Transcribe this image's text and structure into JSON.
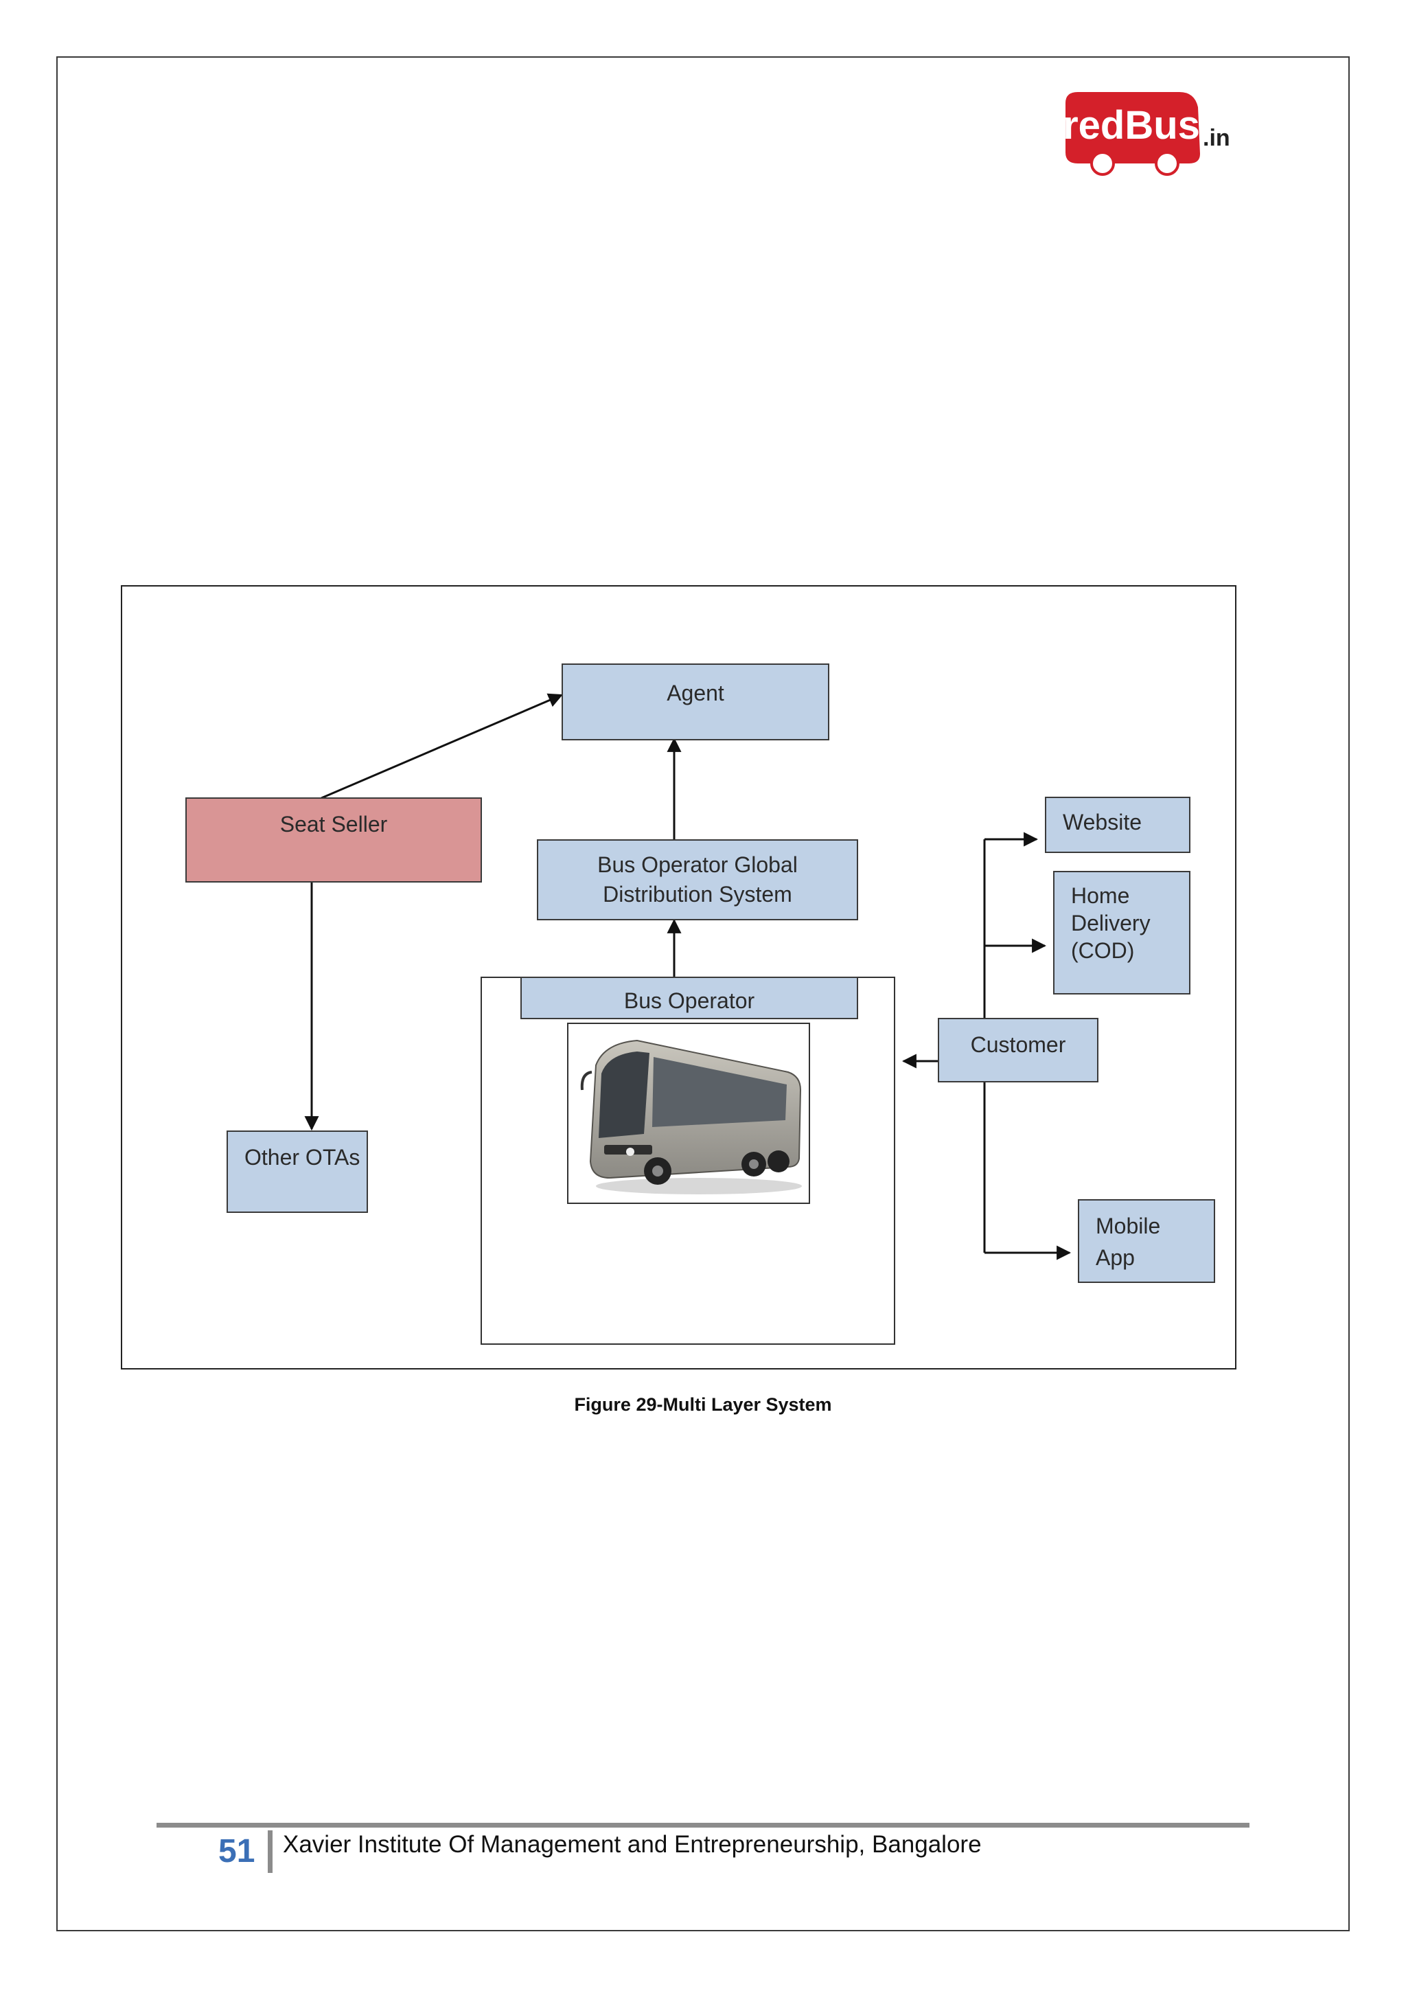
{
  "logo": {
    "main": "redBus",
    "suffix": ".in",
    "color": "#d4202a"
  },
  "diagram": {
    "nodes": {
      "agent": "Agent",
      "seat_seller": "Seat Seller",
      "bus_operator_gds": [
        "Bus Operator Global",
        "Distribution System"
      ],
      "bus_operator": "Bus Operator",
      "other_otas": "Other OTAs",
      "website": "Website",
      "home_delivery": [
        "Home",
        "Delivery",
        "(COD)"
      ],
      "customer": "Customer",
      "mobile_app": [
        "Mobile",
        "App"
      ]
    },
    "colors": {
      "node_fill": "#bfd1e6",
      "seat_seller_fill": "#d99595"
    }
  },
  "caption": "Figure 29-Multi Layer System",
  "footer": {
    "page_number": "51",
    "text": "Xavier Institute Of Management and Entrepreneurship, Bangalore",
    "page_number_color": "#3b6fb6"
  }
}
